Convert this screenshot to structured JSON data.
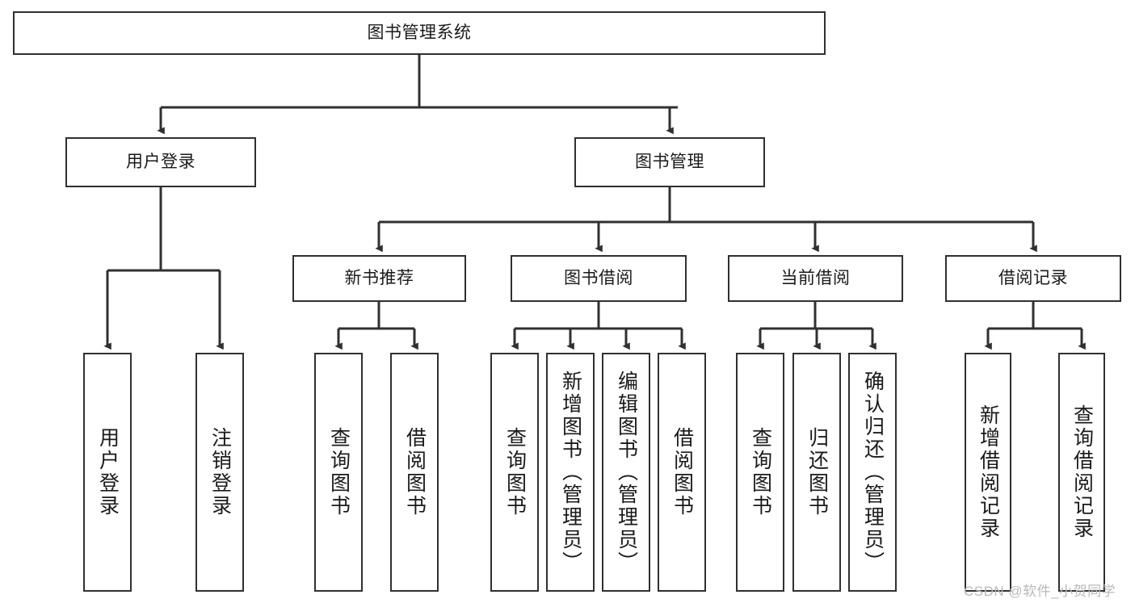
{
  "diagram": {
    "title": "图书管理系统",
    "type": "tree-hierarchy-chart",
    "colors": {
      "box_border": "#303030",
      "box_fill": "#ffffff",
      "edge": "#303030",
      "text": "#1a1a1a",
      "watermark": "#b9b9b9",
      "background": "#ffffff"
    }
  },
  "root": {
    "label": "图书管理系统"
  },
  "level1": [
    {
      "label": "用户登录"
    },
    {
      "label": "图书管理"
    }
  ],
  "level2": [
    {
      "label": "新书推荐"
    },
    {
      "label": "图书借阅"
    },
    {
      "label": "当前借阅"
    },
    {
      "label": "借阅记录"
    }
  ],
  "leaves": {
    "user_login": [
      {
        "label": "用户登录"
      },
      {
        "label": "注销登录"
      }
    ],
    "new_book_recommend": [
      {
        "label": "查询图书"
      },
      {
        "label": "借阅图书"
      }
    ],
    "book_borrow": [
      {
        "label": "查询图书"
      },
      {
        "label": "新增图书（管理员）"
      },
      {
        "label": "编辑图书（管理员）"
      },
      {
        "label": "借阅图书"
      }
    ],
    "current_borrow": [
      {
        "label": "查询图书"
      },
      {
        "label": "归还图书"
      },
      {
        "label": "确认归还（管理员）"
      }
    ],
    "borrow_record": [
      {
        "label": "新增借阅记录"
      },
      {
        "label": "查询借阅记录"
      }
    ]
  },
  "watermark": {
    "text": "CSDN @软件_小贺同学"
  }
}
